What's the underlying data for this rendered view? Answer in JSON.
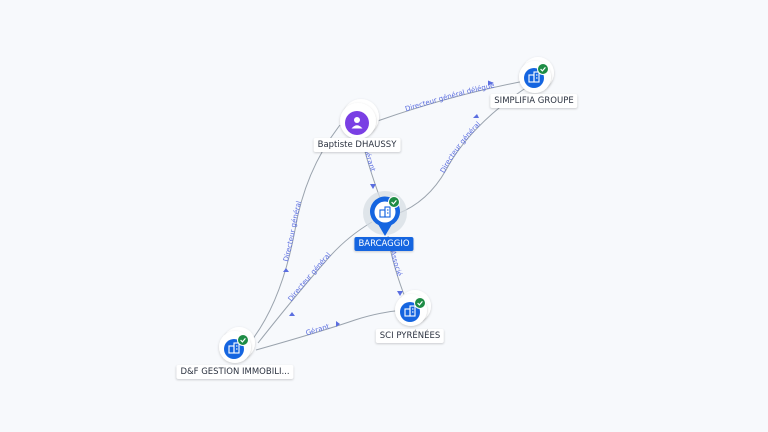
{
  "colors": {
    "accent": "#1565e0",
    "person": "#7a3fe4",
    "verified": "#1e8c45",
    "edge": "#9aa3ad",
    "edge_label": "#5b6ee0"
  },
  "nodes": {
    "barcaggio": {
      "label": "BARCAGGIO",
      "icon": "building-icon",
      "verified": true,
      "selected": true
    },
    "dhaussy": {
      "label": "Baptiste DHAUSSY",
      "icon": "person-icon",
      "verified": false
    },
    "simplifia": {
      "label": "SIMPLIFIA GROUPE",
      "icon": "building-icon",
      "verified": true
    },
    "sci": {
      "label": "SCI PYRÉNÉES",
      "icon": "building-icon",
      "verified": true
    },
    "dfgestion": {
      "label": "D&F GESTION IMMOBILI...",
      "icon": "building-icon",
      "verified": true
    }
  },
  "edges": {
    "dhaussy_simplifia": "Directeur général délégué",
    "barcaggio_simplifia": "Directeur général",
    "dhaussy_barcaggio": "Gérant",
    "barcaggio_sci": "Associé",
    "df_dhaussy": "Directeur général",
    "df_barcaggio": "Directeur général",
    "df_sci": "Gérant"
  }
}
